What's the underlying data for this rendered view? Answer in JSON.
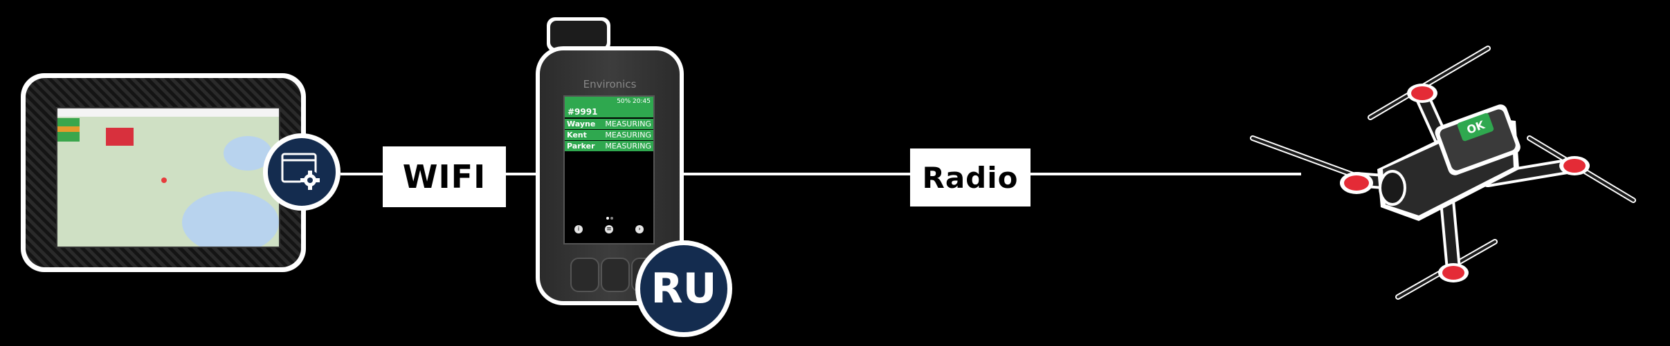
{
  "links": {
    "wifi": "WIFI",
    "radio": "Radio"
  },
  "device": {
    "brand": "Environics",
    "status": "50% 20:45",
    "id": "#9991",
    "rows": [
      {
        "name": "Wayne",
        "status": "MEASURING"
      },
      {
        "name": "Kent",
        "status": "MEASURING"
      },
      {
        "name": "Parker",
        "status": "MEASURING"
      }
    ],
    "badge": "RU"
  },
  "drone": {
    "indicator": "OK"
  },
  "colors": {
    "badge_navy": "#142c4f",
    "screen_green": "#2fa84f",
    "drone_red": "#e42b36",
    "line": "#ffffff"
  },
  "icons": {
    "config": "window-gear-icon",
    "tablet": "tablet-map-icon",
    "drone": "drone-icon"
  }
}
